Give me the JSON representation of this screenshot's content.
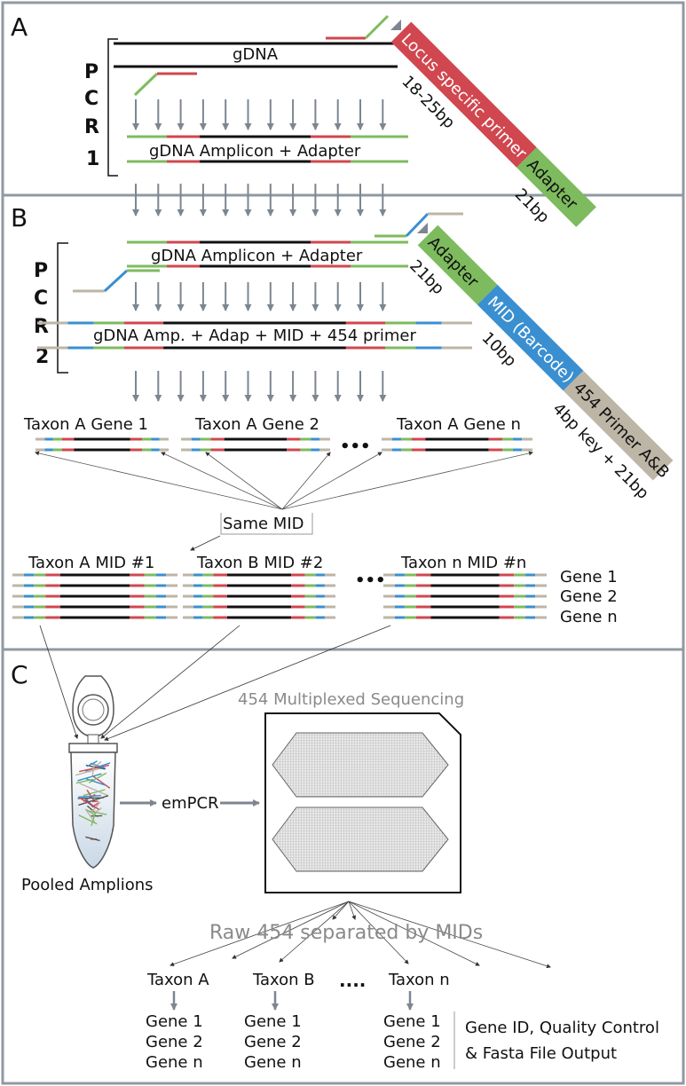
{
  "colors": {
    "primer_red": "#d0474f",
    "adapter_green": "#7dbb5e",
    "mid_blue": "#3a8fd1",
    "primer454_tan": "#bdb5a6",
    "arrow_gray": "#7d8690",
    "panel_border": "#8f9aa0"
  },
  "panel_a": {
    "letter": "A",
    "pcr_letters": [
      "P",
      "C",
      "R",
      "1"
    ],
    "gdna_label": "gDNA",
    "amplicon_label": "gDNA Amplicon + Adapter",
    "legend": {
      "primer": "Locus specific primer",
      "primer_len": "18-25bp",
      "adapter": "Adapter",
      "adapter_len": "21bp"
    }
  },
  "panel_b": {
    "letter": "B",
    "pcr_letters": [
      "P",
      "C",
      "R",
      "2"
    ],
    "amplicon_label": "gDNA Amplicon + Adapter",
    "full_label": "gDNA Amp. + Adap + MID + 454 primer",
    "legend": {
      "adapter": "Adapter",
      "adapter_len": "21bp",
      "mid": "MID (Barcode)",
      "mid_len": "10bp",
      "primer454": "454 Primer A&B",
      "primer454_len": "4bp key + 21bp"
    },
    "genes": [
      "Taxon A Gene 1",
      "Taxon A Gene 2",
      "Taxon A Gene n"
    ],
    "ellipsis": "•••",
    "same_mid": "Same MID",
    "taxa": [
      "Taxon A MID #1",
      "Taxon B MID #2",
      "Taxon n MID #n"
    ],
    "gene_rows": [
      "Gene 1",
      "Gene 2",
      "Gene n"
    ]
  },
  "panel_c": {
    "letter": "C",
    "sequencing_title": "454 Multiplexed Sequencing",
    "empcr": "emPCR",
    "pooled": "Pooled Amplions",
    "raw_label": "Raw 454 separated by MIDs",
    "taxa": [
      "Taxon A",
      "Taxon B",
      "Taxon n"
    ],
    "dots": "....",
    "genes": [
      "Gene 1",
      "Gene 2",
      "Gene n"
    ],
    "output": [
      "Gene ID, Quality Control",
      "& Fasta File Output"
    ]
  }
}
